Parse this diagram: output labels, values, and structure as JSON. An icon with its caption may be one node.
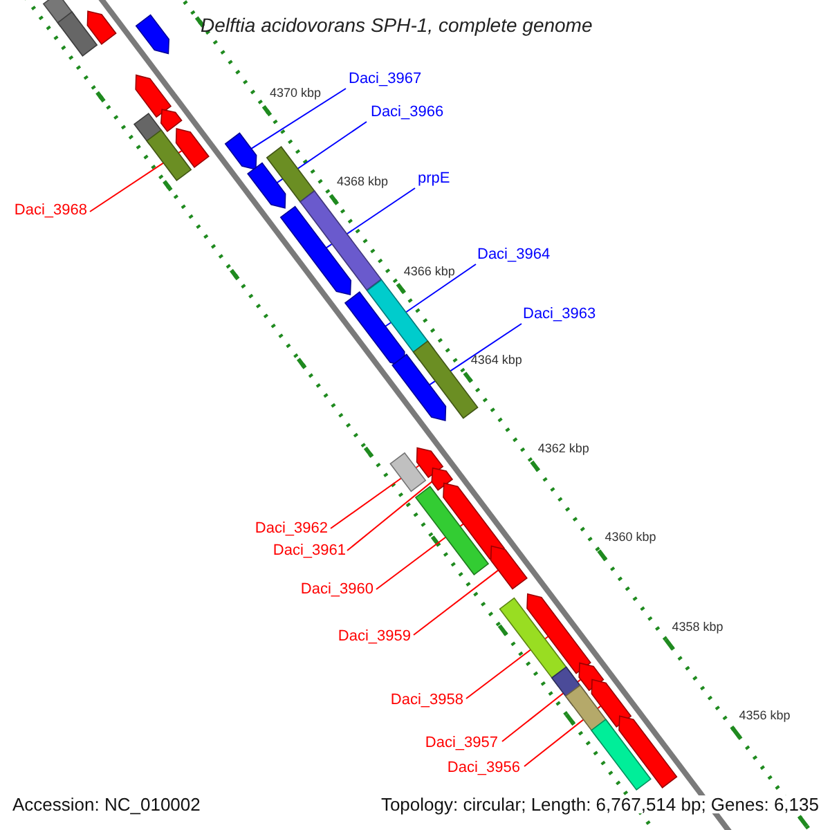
{
  "diagram": {
    "title": "Delftia acidovorans SPH-1, complete genome",
    "nodes": [
      {
        "text": [
          "Daci_3967"
        ]
      },
      {
        "text": [
          "Daci_3966"
        ]
      },
      {
        "text": [
          "prpE"
        ]
      },
      {
        "text": [
          "Daci_3968"
        ]
      },
      {
        "text": [
          "Daci_3964"
        ]
      },
      {
        "text": [
          "Daci_3963"
        ]
      },
      {
        "text": [
          "Daci_3962"
        ]
      },
      {
        "text": [
          "Daci_3961"
        ]
      },
      {
        "text": [
          "Daci_3960"
        ]
      },
      {
        "text": [
          "Daci_3959"
        ]
      },
      {
        "text": [
          "Daci_3958"
        ]
      },
      {
        "text": [
          "Daci_3957"
        ]
      },
      {
        "text": [
          "Daci_3956"
        ]
      },
      {
        "text": [],
        "shape": "arrow"
      },
      {
        "text": [],
        "shape": "arrow"
      },
      {
        "text": [],
        "shape": "arrow"
      },
      {
        "text": [],
        "shape": "arrow"
      },
      {
        "text": [],
        "shape": "arrow"
      },
      {
        "text": [],
        "shape": "arrow"
      },
      {
        "text": [],
        "shape": "arrow"
      },
      {
        "text": [],
        "shape": "arrow"
      },
      {
        "text": [],
        "shape": "arrow"
      },
      {
        "text": [],
        "shape": "arrow"
      },
      {
        "text": [],
        "shape": "arrow"
      },
      {
        "text": [],
        "shape": "arrow"
      },
      {
        "text": [],
        "shape": "arrow"
      },
      {
        "text": [],
        "shape": "arrow"
      },
      {
        "text": [],
        "shape": "arrow"
      },
      {
        "text": [],
        "shape": "arrow"
      },
      {
        "text": [],
        "shape": "arrow"
      },
      {
        "text": [],
        "shape": "arrow"
      },
      {
        "text": [],
        "shape": "bar"
      },
      {
        "text": [],
        "shape": "bar"
      },
      {
        "text": [],
        "shape": "bar"
      },
      {
        "text": [],
        "shape": "bar"
      },
      {
        "text": [],
        "shape": "bar"
      },
      {
        "text": [],
        "shape": "bar"
      },
      {
        "text": [],
        "shape": "bar"
      },
      {
        "text": [],
        "shape": "bar"
      },
      {
        "text": [],
        "shape": "bar"
      },
      {
        "text": [],
        "shape": "bar"
      },
      {
        "text": [],
        "shape": "bar"
      },
      {
        "text": [],
        "shape": "bar"
      },
      {
        "text": [],
        "shape": "bar"
      },
      {
        "text": [],
        "shape": "bar"
      }
    ],
    "edges": [
      {
        "from": 0,
        "to": 14,
        "arrow": "none",
        "color": "#0000ff"
      },
      {
        "from": 1,
        "to": 15,
        "arrow": "none",
        "color": "#0000ff"
      },
      {
        "from": 2,
        "to": 16,
        "arrow": "none",
        "color": "#0000ff"
      },
      {
        "from": 3,
        "to": 13,
        "arrow": "none"
      },
      {
        "from": 4,
        "to": 17,
        "arrow": "none",
        "color": "#0000ff"
      },
      {
        "from": 5,
        "to": 18,
        "arrow": "none",
        "color": "#0000ff"
      },
      {
        "from": 6,
        "to": 19,
        "arrow": "none"
      },
      {
        "from": 7,
        "to": 20,
        "arrow": "none"
      },
      {
        "from": 8,
        "to": 21,
        "arrow": "none"
      },
      {
        "from": 9,
        "to": 22,
        "arrow": "none"
      },
      {
        "from": 10,
        "to": 23,
        "arrow": "none"
      },
      {
        "from": 11,
        "to": 24,
        "arrow": "none"
      },
      {
        "from": 12,
        "to": 25,
        "arrow": "none"
      }
    ],
    "labels": [
      "4370 kbp",
      "4368 kbp",
      "4366 kbp",
      "4364 kbp",
      "4362 kbp",
      "4360 kbp",
      "4358 kbp",
      "4356 kbp",
      "Accession: NC_010002",
      "Topology: circular; Length: 6,767,514 bp; Genes: 6,135"
    ]
  }
}
